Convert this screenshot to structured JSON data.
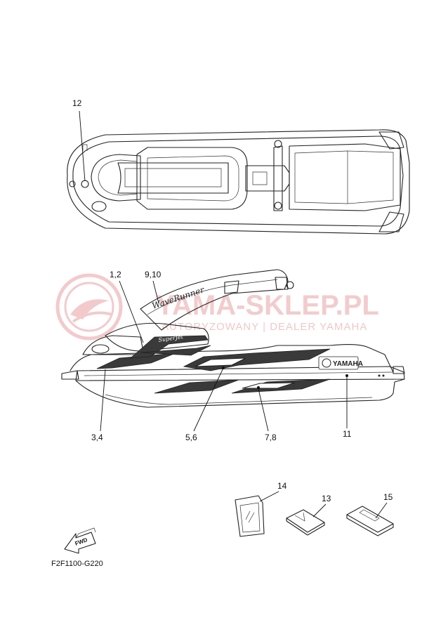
{
  "watermark": {
    "title": "YAMA-SKLEP.PL",
    "subtitle": "AUTORYZOWANY | DEALER YAMAHA"
  },
  "views": {
    "top": {
      "callouts": [
        "12"
      ]
    },
    "side": {
      "callouts": [
        "1,2",
        "9,10",
        "3,4",
        "5,6",
        "7,8",
        "11"
      ],
      "brand_text": "YAMAHA",
      "model_text": "WaveRunner",
      "badge_text": "SuperJet"
    }
  },
  "parts": {
    "callouts": [
      "14",
      "13",
      "15"
    ]
  },
  "fwd_arrow": {
    "label": "FWD"
  },
  "part_code": "F2F1100-G220"
}
